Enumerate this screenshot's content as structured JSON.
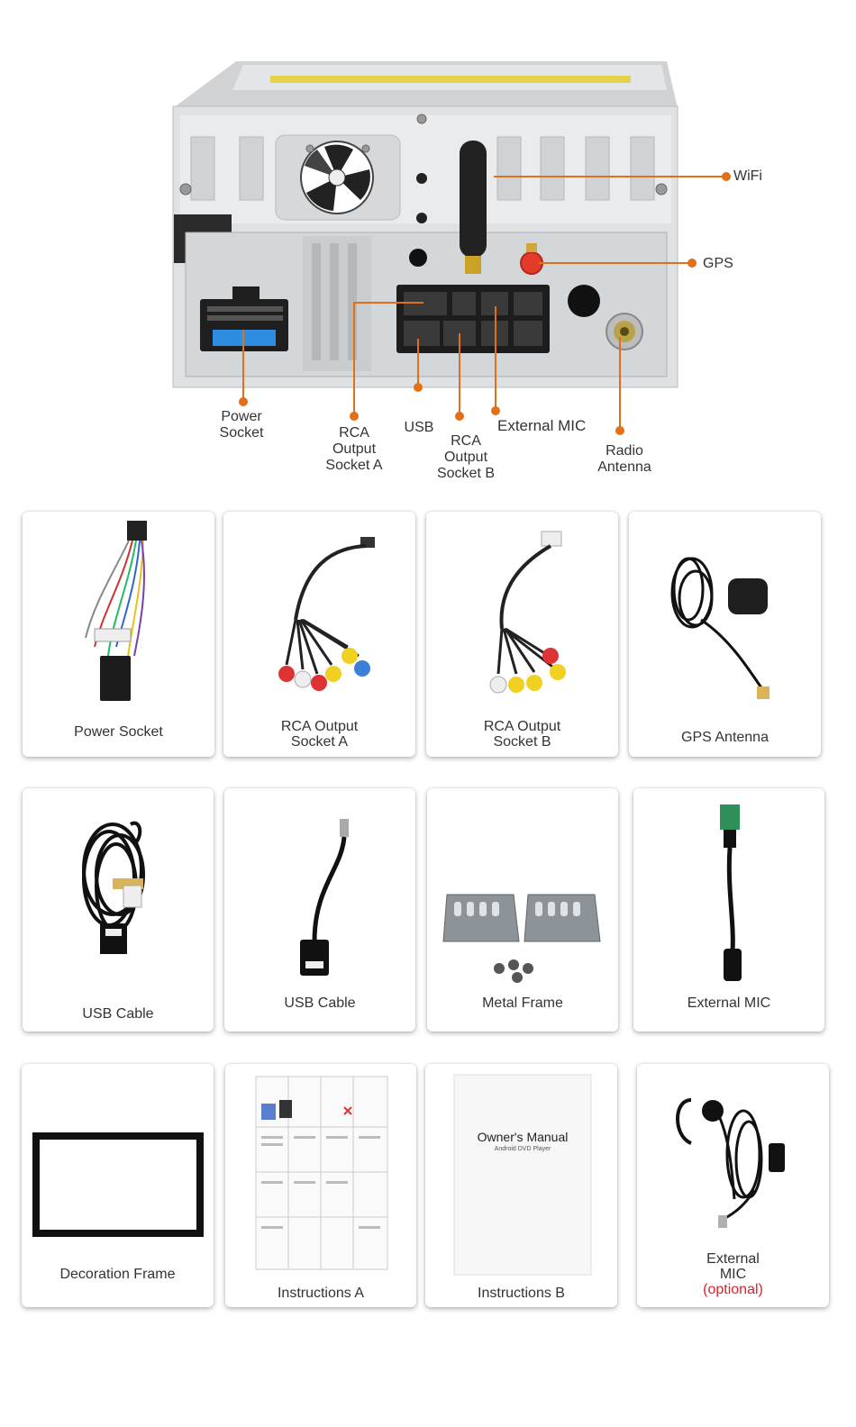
{
  "callouts": {
    "wifi": "WiFi",
    "gps": "GPS",
    "power_socket": [
      "Power",
      "Socket"
    ],
    "rca_a": [
      "RCA",
      "Output",
      "Socket A"
    ],
    "usb": "USB",
    "rca_b": [
      "RCA",
      "Output",
      "Socket B"
    ],
    "external_mic": "External MIC",
    "radio_antenna": [
      "Radio",
      "Antenna"
    ]
  },
  "items": {
    "power_socket": "Power Socket",
    "rca_a": [
      "RCA Output",
      "Socket A"
    ],
    "rca_b": [
      "RCA Output",
      "Socket B"
    ],
    "gps_antenna": "GPS Antenna",
    "usb_cable_1": "USB Cable",
    "usb_cable_2": "USB Cable",
    "metal_frame": "Metal Frame",
    "external_mic": "External MIC",
    "decoration_frame": "Decoration Frame",
    "instructions_a": "Instructions A",
    "instructions_b": "Instructions B",
    "external_mic_optional": [
      "External",
      "MIC",
      "(optional)"
    ]
  },
  "manual": {
    "title": "Owner's Manual",
    "subtitle": "Android DVD Player"
  },
  "colors": {
    "callout_orange": "#e0701a",
    "optional_red": "#d8232a"
  }
}
